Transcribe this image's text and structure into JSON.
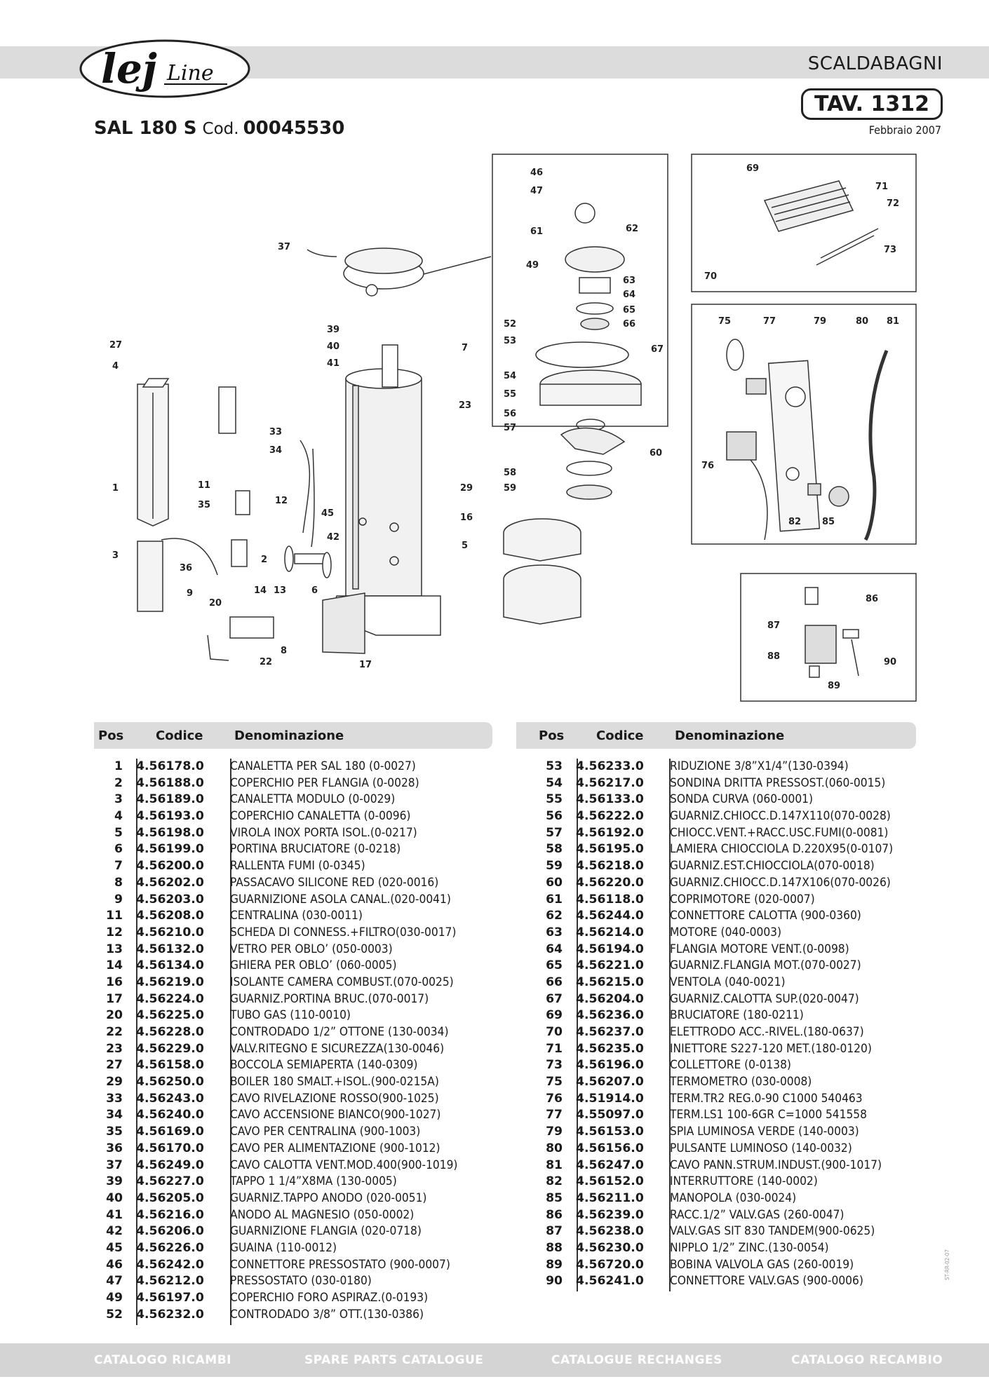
{
  "header": {
    "logo_text": "lej Line",
    "category": "SCALDABAGNI",
    "table_no": "TAV. 1312",
    "model": "SAL 180 S",
    "cod_label": "Cod.",
    "cod_value": "00045530",
    "date": "Febbraio 2007"
  },
  "table_headers": {
    "pos": "Pos",
    "code": "Codice",
    "name": "Denominazione"
  },
  "parts_left": [
    {
      "pos": "1",
      "code": "4.56178.0",
      "name": "CANALETTA PER SAL 180 (0-0027)"
    },
    {
      "pos": "2",
      "code": "4.56188.0",
      "name": "COPERCHIO PER FLANGIA (0-0028)"
    },
    {
      "pos": "3",
      "code": "4.56189.0",
      "name": "CANALETTA MODULO (0-0029)"
    },
    {
      "pos": "4",
      "code": "4.56193.0",
      "name": "COPERCHIO CANALETTA (0-0096)"
    },
    {
      "pos": "5",
      "code": "4.56198.0",
      "name": "VIROLA INOX PORTA ISOL.(0-0217)"
    },
    {
      "pos": "6",
      "code": "4.56199.0",
      "name": "PORTINA BRUCIATORE (0-0218)"
    },
    {
      "pos": "7",
      "code": "4.56200.0",
      "name": "RALLENTA FUMI (0-0345)"
    },
    {
      "pos": "8",
      "code": "4.56202.0",
      "name": "PASSACAVO SILICONE RED (020-0016)"
    },
    {
      "pos": "9",
      "code": "4.56203.0",
      "name": "GUARNIZIONE ASOLA CANAL.(020-0041)"
    },
    {
      "pos": "11",
      "code": "4.56208.0",
      "name": "CENTRALINA (030-0011)"
    },
    {
      "pos": "12",
      "code": "4.56210.0",
      "name": "SCHEDA DI CONNESS.+FILTRO(030-0017)"
    },
    {
      "pos": "13",
      "code": "4.56132.0",
      "name": "VETRO PER OBLO’ (050-0003)"
    },
    {
      "pos": "14",
      "code": "4.56134.0",
      "name": "GHIERA PER OBLO’ (060-0005)"
    },
    {
      "pos": "16",
      "code": "4.56219.0",
      "name": "ISOLANTE CAMERA COMBUST.(070-0025)"
    },
    {
      "pos": "17",
      "code": "4.56224.0",
      "name": "GUARNIZ.PORTINA BRUC.(070-0017)"
    },
    {
      "pos": "20",
      "code": "4.56225.0",
      "name": "TUBO GAS (110-0010)"
    },
    {
      "pos": "22",
      "code": "4.56228.0",
      "name": "CONTRODADO 1/2” OTTONE (130-0034)"
    },
    {
      "pos": "23",
      "code": "4.56229.0",
      "name": "VALV.RITEGNO E SICUREZZA(130-0046)"
    },
    {
      "pos": "27",
      "code": "4.56158.0",
      "name": "BOCCOLA SEMIAPERTA (140-0309)"
    },
    {
      "pos": "29",
      "code": "4.56250.0",
      "name": "BOILER 180 SMALT.+ISOL.(900-0215A)"
    },
    {
      "pos": "33",
      "code": "4.56243.0",
      "name": "CAVO RIVELAZIONE ROSSO(900-1025)"
    },
    {
      "pos": "34",
      "code": "4.56240.0",
      "name": "CAVO ACCENSIONE BIANCO(900-1027)"
    },
    {
      "pos": "35",
      "code": "4.56169.0",
      "name": "CAVO PER CENTRALINA (900-1003)"
    },
    {
      "pos": "36",
      "code": "4.56170.0",
      "name": "CAVO PER ALIMENTAZIONE (900-1012)"
    },
    {
      "pos": "37",
      "code": "4.56249.0",
      "name": "CAVO CALOTTA VENT.MOD.400(900-1019)"
    },
    {
      "pos": "39",
      "code": "4.56227.0",
      "name": "TAPPO 1 1/4”X8MA (130-0005)"
    },
    {
      "pos": "40",
      "code": "4.56205.0",
      "name": "GUARNIZ.TAPPO ANODO (020-0051)"
    },
    {
      "pos": "41",
      "code": "4.56216.0",
      "name": "ANODO AL MAGNESIO (050-0002)"
    },
    {
      "pos": "42",
      "code": "4.56206.0",
      "name": "GUARNIZIONE FLANGIA (020-0718)"
    },
    {
      "pos": "45",
      "code": "4.56226.0",
      "name": "GUAINA (110-0012)"
    },
    {
      "pos": "46",
      "code": "4.56242.0",
      "name": "CONNETTORE PRESSOSTATO (900-0007)"
    },
    {
      "pos": "47",
      "code": "4.56212.0",
      "name": "PRESSOSTATO (030-0180)"
    },
    {
      "pos": "49",
      "code": "4.56197.0",
      "name": "COPERCHIO FORO ASPIRAZ.(0-0193)"
    },
    {
      "pos": "52",
      "code": "4.56232.0",
      "name": "CONTRODADO 3/8” OTT.(130-0386)"
    }
  ],
  "parts_right": [
    {
      "pos": "53",
      "code": "4.56233.0",
      "name": "RIDUZIONE 3/8”X1/4”(130-0394)"
    },
    {
      "pos": "54",
      "code": "4.56217.0",
      "name": "SONDINA DRITTA PRESSOST.(060-0015)"
    },
    {
      "pos": "55",
      "code": "4.56133.0",
      "name": "SONDA CURVA (060-0001)"
    },
    {
      "pos": "56",
      "code": "4.56222.0",
      "name": "GUARNIZ.CHIOCC.D.147X110(070-0028)"
    },
    {
      "pos": "57",
      "code": "4.56192.0",
      "name": "CHIOCC.VENT.+RACC.USC.FUMI(0-0081)"
    },
    {
      "pos": "58",
      "code": "4.56195.0",
      "name": "LAMIERA CHIOCCIOLA D.220X95(0-0107)"
    },
    {
      "pos": "59",
      "code": "4.56218.0",
      "name": "GUARNIZ.EST.CHIOCCIOLA(070-0018)"
    },
    {
      "pos": "60",
      "code": "4.56220.0",
      "name": "GUARNIZ.CHIOCC.D.147X106(070-0026)"
    },
    {
      "pos": "61",
      "code": "4.56118.0",
      "name": "COPRIMOTORE (020-0007)"
    },
    {
      "pos": "62",
      "code": "4.56244.0",
      "name": "CONNETTORE CALOTTA (900-0360)"
    },
    {
      "pos": "63",
      "code": "4.56214.0",
      "name": "MOTORE (040-0003)"
    },
    {
      "pos": "64",
      "code": "4.56194.0",
      "name": "FLANGIA MOTORE VENT.(0-0098)"
    },
    {
      "pos": "65",
      "code": "4.56221.0",
      "name": "GUARNIZ.FLANGIA MOT.(070-0027)"
    },
    {
      "pos": "66",
      "code": "4.56215.0",
      "name": "VENTOLA (040-0021)"
    },
    {
      "pos": "67",
      "code": "4.56204.0",
      "name": "GUARNIZ.CALOTTA SUP.(020-0047)"
    },
    {
      "pos": "69",
      "code": "4.56236.0",
      "name": "BRUCIATORE (180-0211)"
    },
    {
      "pos": "70",
      "code": "4.56237.0",
      "name": "ELETTRODO ACC.-RIVEL.(180-0637)"
    },
    {
      "pos": "71",
      "code": "4.56235.0",
      "name": "INIETTORE S227-120 MET.(180-0120)"
    },
    {
      "pos": "73",
      "code": "4.56196.0",
      "name": "COLLETTORE (0-0138)"
    },
    {
      "pos": "75",
      "code": "4.56207.0",
      "name": "TERMOMETRO (030-0008)"
    },
    {
      "pos": "76",
      "code": "4.51914.0",
      "name": "TERM.TR2 REG.0-90 C1000 540463"
    },
    {
      "pos": "77",
      "code": "4.55097.0",
      "name": "TERM.LS1 100-6GR C=1000 541558"
    },
    {
      "pos": "79",
      "code": "4.56153.0",
      "name": "SPIA LUMINOSA VERDE (140-0003)"
    },
    {
      "pos": "80",
      "code": "4.56156.0",
      "name": "PULSANTE LUMINOSO (140-0032)"
    },
    {
      "pos": "81",
      "code": "4.56247.0",
      "name": "CAVO PANN.STRUM.INDUST.(900-1017)"
    },
    {
      "pos": "82",
      "code": "4.56152.0",
      "name": "INTERRUTTORE (140-0002)"
    },
    {
      "pos": "85",
      "code": "4.56211.0",
      "name": "MANOPOLA (030-0024)"
    },
    {
      "pos": "86",
      "code": "4.56239.0",
      "name": "RACC.1/2” VALV.GAS (260-0047)"
    },
    {
      "pos": "87",
      "code": "4.56238.0",
      "name": "VALV.GAS SIT 830 TANDEM(900-0625)"
    },
    {
      "pos": "88",
      "code": "4.56230.0",
      "name": "NIPPLO 1/2” ZINC.(130-0054)"
    },
    {
      "pos": "89",
      "code": "4.56720.0",
      "name": "BOBINA VALVOLA GAS (260-0019)"
    },
    {
      "pos": "90",
      "code": "4.56241.0",
      "name": "CONNETTORE VALV.GAS (900-0006)"
    }
  ],
  "diagram_labels": {
    "main": [
      "37",
      "27",
      "4",
      "39",
      "40",
      "41",
      "7",
      "23",
      "33",
      "34",
      "1",
      "11",
      "35",
      "12",
      "45",
      "42",
      "29",
      "3",
      "36",
      "2",
      "9",
      "20",
      "14",
      "13",
      "6",
      "8",
      "22",
      "17",
      "16",
      "5"
    ],
    "fan": [
      "46",
      "47",
      "61",
      "62",
      "49",
      "63",
      "64",
      "65",
      "66",
      "52",
      "53",
      "67",
      "54",
      "55",
      "56",
      "57",
      "60",
      "58",
      "59"
    ],
    "burner": [
      "69",
      "71",
      "72",
      "73",
      "70"
    ],
    "panel": [
      "75",
      "77",
      "79",
      "80",
      "81",
      "76",
      "82",
      "85"
    ],
    "valve": [
      "86",
      "87",
      "88",
      "89",
      "90"
    ]
  },
  "footer": [
    "CATALOGO RICAMBI",
    "SPARE PARTS CATALOGUE",
    "CATALOGUE RECHANGES",
    "CATALOGO RECAMBIO"
  ],
  "side_code": "ST-RR-02-07"
}
